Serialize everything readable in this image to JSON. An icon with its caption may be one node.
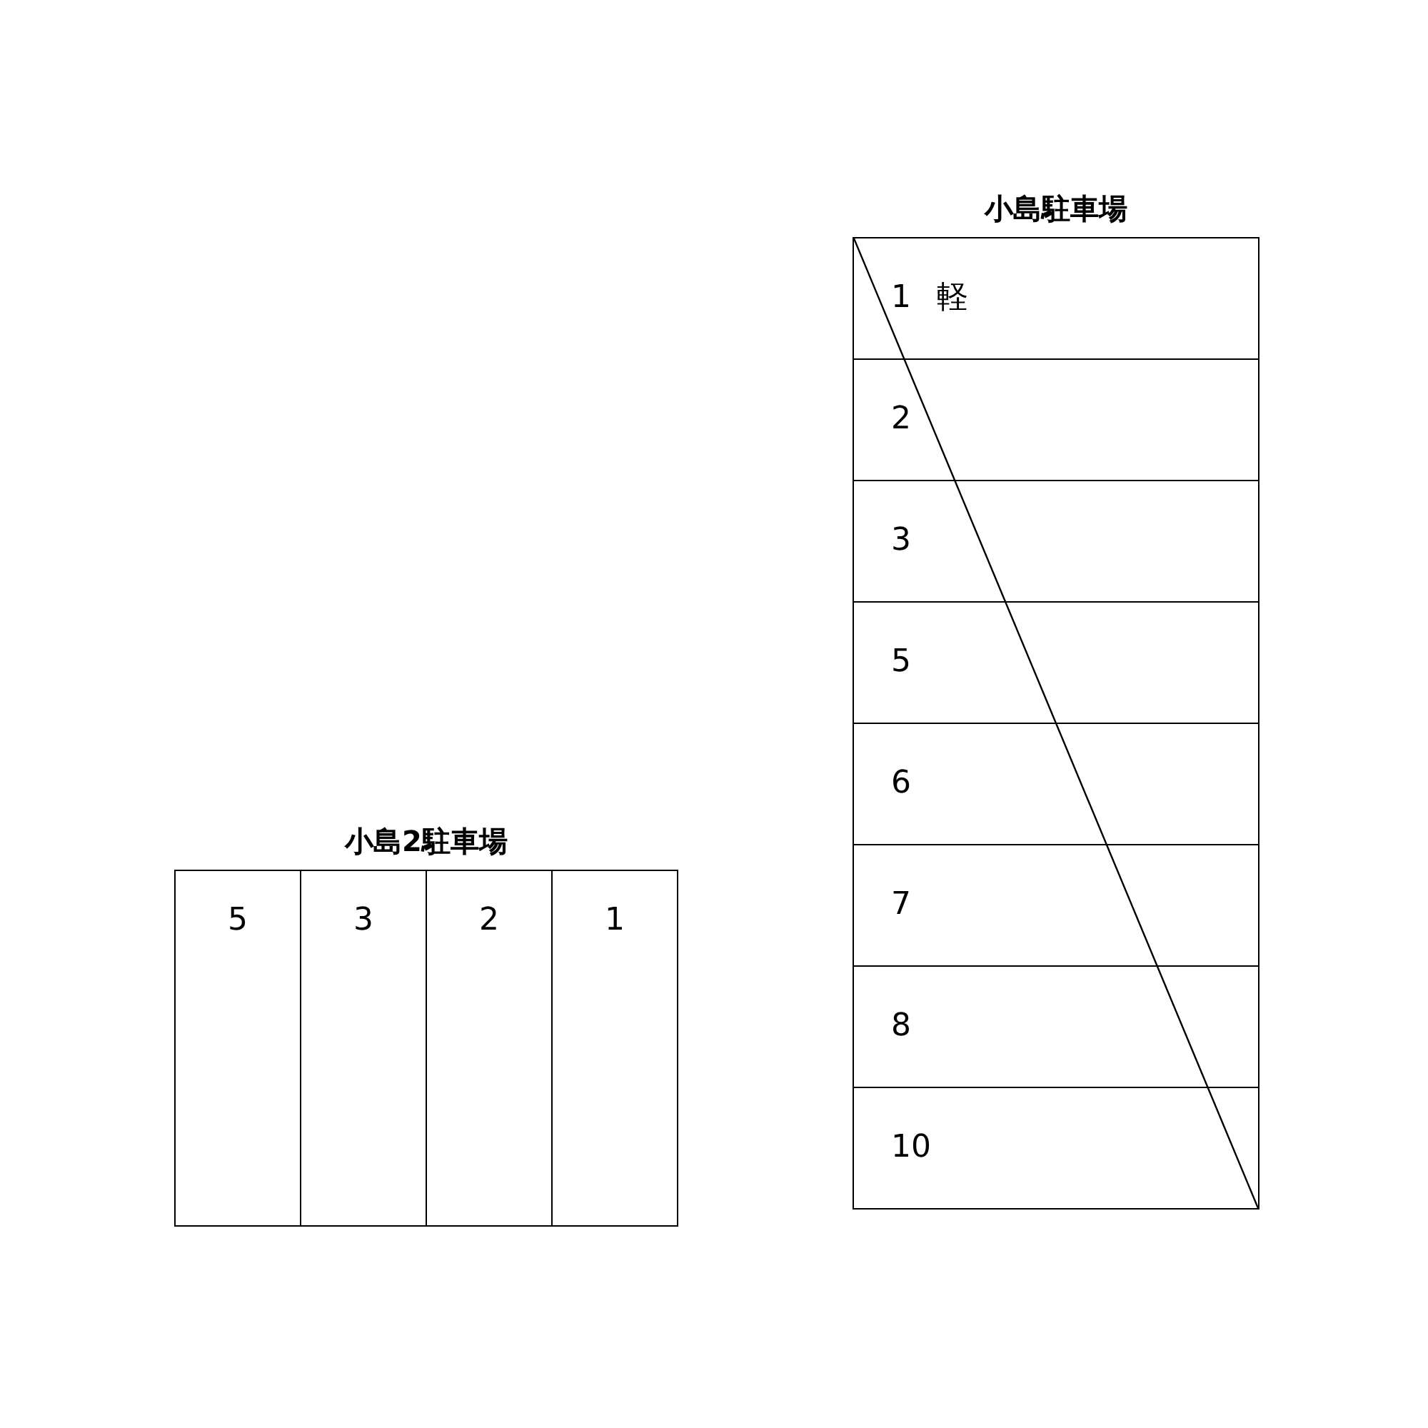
{
  "diagram": {
    "nodes": [
      {
        "text": [
          "小島駐車場"
        ]
      },
      {
        "text": [
          "1",
          "軽"
        ],
        "in": 0
      },
      {
        "text": [
          "2"
        ],
        "in": 0
      },
      {
        "text": [
          "3"
        ],
        "in": 0
      },
      {
        "text": [
          "5"
        ],
        "in": 0
      },
      {
        "text": [
          "6"
        ],
        "in": 0
      },
      {
        "text": [
          "7"
        ],
        "in": 0
      },
      {
        "text": [
          "8"
        ],
        "in": 0
      },
      {
        "text": [
          "10"
        ],
        "in": 0
      },
      {
        "text": [
          "小島2駐車場"
        ]
      },
      {
        "text": [
          "5"
        ],
        "in": 9
      },
      {
        "text": [
          "3"
        ],
        "in": 9
      },
      {
        "text": [
          "2"
        ],
        "in": 9
      },
      {
        "text": [
          "1"
        ],
        "in": 9
      }
    ]
  }
}
